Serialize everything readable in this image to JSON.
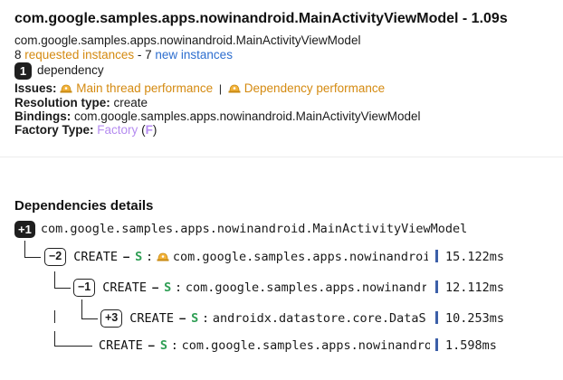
{
  "header": {
    "title": "com.google.samples.apps.nowinandroid.MainActivityViewModel - 1.09s",
    "class_name": "com.google.samples.apps.nowinandroid.MainActivityViewModel",
    "requested_count": "8",
    "requested_label": "requested instances",
    "separator": " - ",
    "new_count": "7",
    "new_label": "new instances",
    "dependency_count": "1",
    "dependency_label": "dependency"
  },
  "info": {
    "issues_label": "Issues:",
    "issue_1": "Main thread performance",
    "issue_separator": "|",
    "issue_2": "Dependency performance",
    "resolution_label": "Resolution type:",
    "resolution_value": "create",
    "bindings_label": "Bindings:",
    "bindings_value": "com.google.samples.apps.nowinandroid.MainActivityViewModel",
    "factory_label": "Factory Type:",
    "factory_value": "Factory",
    "factory_open": "(",
    "factory_letter": "F",
    "factory_close": ")"
  },
  "dependencies": {
    "heading": "Dependencies details",
    "root_badge": "+1",
    "root_name": "com.google.samples.apps.nowinandroid.MainActivityViewModel",
    "rows": [
      {
        "badge": "−2",
        "action": "CREATE",
        "dash": "–",
        "scope": "S",
        "colon": ":",
        "name": "com.google.samples.apps.nowinandroid",
        "time": "15.122ms"
      },
      {
        "badge": "−1",
        "action": "CREATE",
        "dash": "–",
        "scope": "S",
        "colon": ":",
        "name": "com.google.samples.apps.nowinandroid",
        "time": "12.112ms"
      },
      {
        "badge": "+3",
        "action": "CREATE",
        "dash": "–",
        "scope": "S",
        "colon": ":",
        "name": "androidx.datastore.core.DataStore",
        "time": "10.253ms"
      },
      {
        "badge": "",
        "action": "CREATE",
        "dash": "–",
        "scope": "S",
        "colon": ":",
        "name": "com.google.samples.apps.nowinandroid",
        "time": "1.598ms"
      }
    ]
  },
  "colors": {
    "issue": "#d48a10",
    "link": "#2d6ecf",
    "factory": "#b58cf0",
    "scope": "#2e9e54",
    "time_bar": "#3c5fa8"
  },
  "icons": [
    "warning-icon"
  ]
}
